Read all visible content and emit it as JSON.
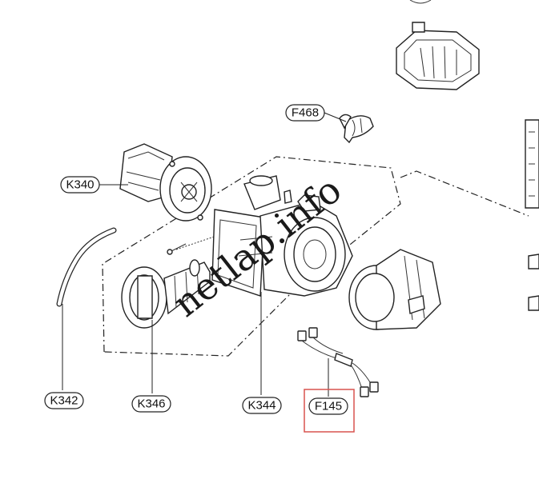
{
  "labels": {
    "f468": "F468",
    "k340": "K340",
    "k342": "K342",
    "k346": "K346",
    "k344": "K344",
    "f145": "F145"
  },
  "watermark": "netlap.info",
  "highlight_color": "#d9534f"
}
